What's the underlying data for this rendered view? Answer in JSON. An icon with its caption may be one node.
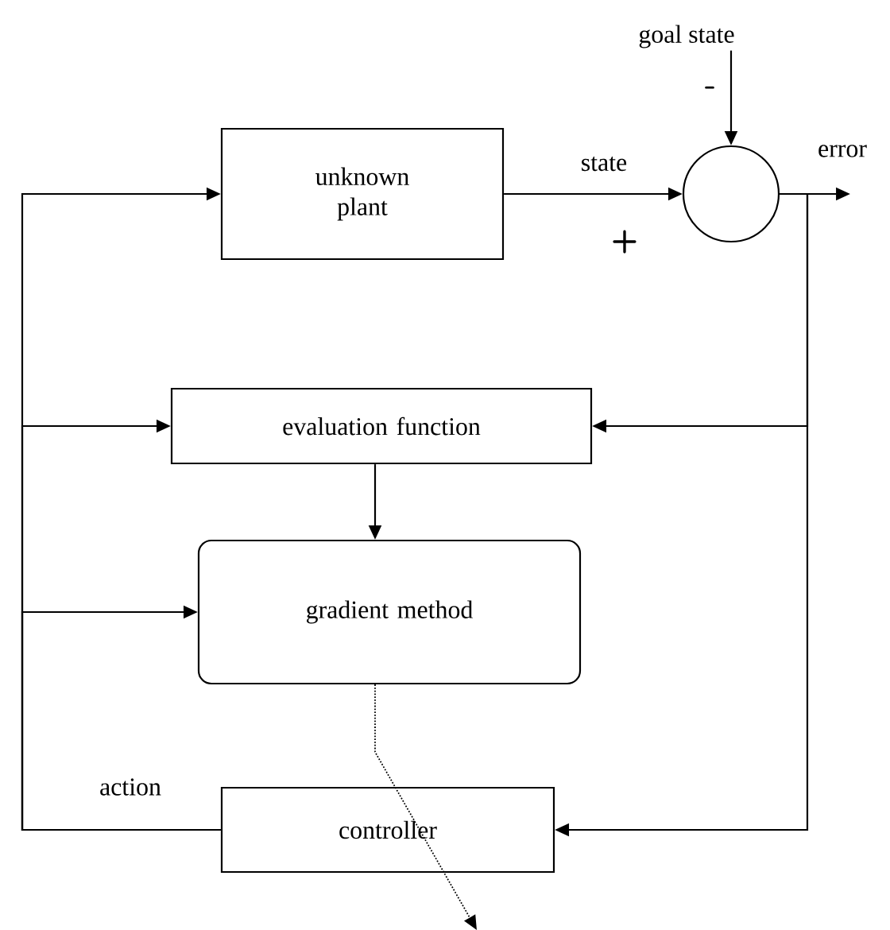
{
  "diagram": {
    "nodes": [
      {
        "text": [
          "unknown plant"
        ]
      },
      {
        "text": [],
        "shape": "circle"
      },
      {
        "text": [
          "evaluation function"
        ]
      },
      {
        "text": [
          "gradient method"
        ]
      },
      {
        "text": [
          "controller"
        ]
      },
      {
        "text": [
          "goal state"
        ]
      }
    ],
    "edges": [
      {
        "from": 0,
        "to": 1,
        "arrow": "to",
        "label": "state"
      },
      {
        "from": 5,
        "to": 1,
        "arrow": "to"
      },
      {
        "from": 1,
        "to": null,
        "arrow": "to",
        "label": "error"
      },
      {
        "from": 1,
        "to": 2,
        "arrow": "to"
      },
      {
        "from": 1,
        "to": 4,
        "arrow": "to"
      },
      {
        "from": 2,
        "to": 3,
        "arrow": "to"
      },
      {
        "from": 4,
        "to": 0,
        "arrow": "to",
        "label": "action"
      },
      {
        "from": 4,
        "to": 2,
        "arrow": "to"
      },
      {
        "from": 4,
        "to": 3,
        "arrow": "to"
      },
      {
        "from": 3,
        "to": null,
        "arrow": "to",
        "style": "dashed"
      }
    ],
    "labels": [
      "+",
      "-"
    ]
  }
}
